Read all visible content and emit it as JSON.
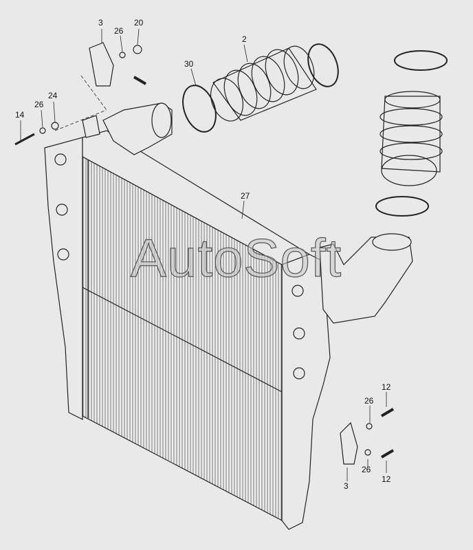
{
  "diagram": {
    "watermark": "AutoSoft",
    "callouts": [
      {
        "id": "3-top",
        "text": "3"
      },
      {
        "id": "26-top",
        "text": "26"
      },
      {
        "id": "20",
        "text": "20"
      },
      {
        "id": "2",
        "text": "2"
      },
      {
        "id": "30",
        "text": "30"
      },
      {
        "id": "24",
        "text": "24"
      },
      {
        "id": "26-left",
        "text": "26"
      },
      {
        "id": "14",
        "text": "14"
      },
      {
        "id": "27",
        "text": "27"
      },
      {
        "id": "12-top",
        "text": "12"
      },
      {
        "id": "26-right-top",
        "text": "26"
      },
      {
        "id": "26-right-bottom",
        "text": "26"
      },
      {
        "id": "12-bottom",
        "text": "12"
      },
      {
        "id": "3-bottom",
        "text": "3"
      }
    ]
  }
}
